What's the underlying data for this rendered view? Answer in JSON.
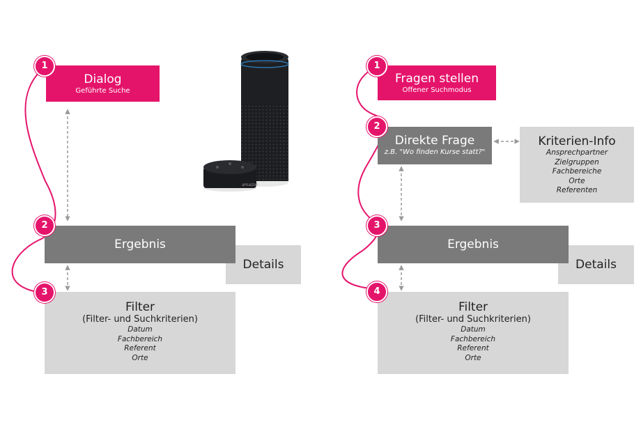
{
  "colors": {
    "accent": "#e5146b",
    "dark_box": "#7a7a7a",
    "light_box": "#d7d7d7",
    "arrow": "#9a9a9a"
  },
  "left": {
    "badges": [
      "1",
      "2",
      "3"
    ],
    "dialog": {
      "title": "Dialog",
      "subtitle": "Geführte Suche"
    },
    "result": {
      "title": "Ergebnis"
    },
    "details": {
      "title": "Details"
    },
    "filter": {
      "title": "Filter",
      "subtitle": "(Filter- und Suchkriterien)",
      "items": [
        "Datum",
        "Fachbereich",
        "Referent",
        "Orte"
      ]
    },
    "speaker_image": {
      "brand_text": "amazon",
      "icon": "smart-speaker-icon"
    }
  },
  "right": {
    "badges": [
      "1",
      "2",
      "3",
      "4"
    ],
    "ask": {
      "title": "Fragen stellen",
      "subtitle": "Offener Suchmodus"
    },
    "direct": {
      "title": "Direkte Frage",
      "subtitle": "z.B. \"Wo finden Kurse statt?\""
    },
    "criteria": {
      "title": "Kriterien-Info",
      "items": [
        "Ansprechpartner",
        "Zielgruppen",
        "Fachbereiche",
        "Orte",
        "Referenten"
      ]
    },
    "result": {
      "title": "Ergebnis"
    },
    "details": {
      "title": "Details"
    },
    "filter": {
      "title": "Filter",
      "subtitle": "(Filter- und Suchkriterien)",
      "items": [
        "Datum",
        "Fachbereich",
        "Referent",
        "Orte"
      ]
    }
  }
}
